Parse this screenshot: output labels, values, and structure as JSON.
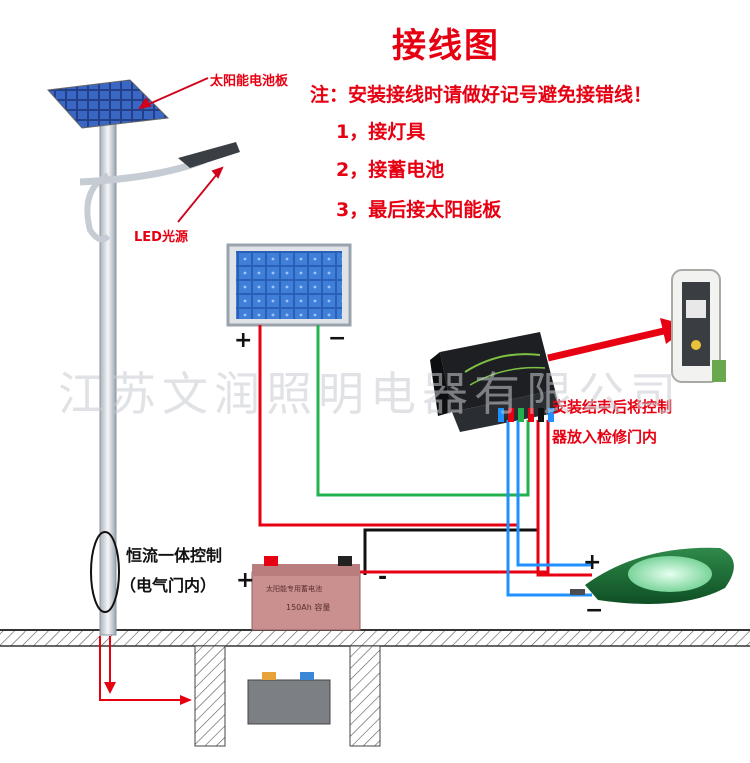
{
  "title": "接线图",
  "note": "注：安装接线时请做好记号避免接错线！",
  "steps": [
    "1，接灯具",
    "2，接蓄电池",
    "3，最后接太阳能板"
  ],
  "labels": {
    "solar_panel": "太阳能电池板",
    "led_source": "LED光源",
    "controller_note_line1": "安装结束后将控制",
    "controller_note_line2": "器放入检修门内",
    "constant_current_line1": "恒流一体控制",
    "constant_current_line2": "（电气门内）",
    "battery_label": "太阳能专用蓄电池",
    "battery_capacity": "150Ah 容量"
  },
  "signs": {
    "plus": "+",
    "minus": "−",
    "minus_short": "-"
  },
  "watermark": "江苏文润照明电器有限公司",
  "colors": {
    "accent": "#e60012",
    "positive_wire": "#e60012",
    "negative_wire": "#111111",
    "solar_neg_wire": "#22b14c",
    "lamp_neg_wire": "#1e90ff"
  },
  "icons": [
    "solar-panel-icon",
    "street-lamp-icon",
    "controller-icon",
    "battery-icon",
    "led-lamp-icon",
    "inspection-door-icon"
  ]
}
